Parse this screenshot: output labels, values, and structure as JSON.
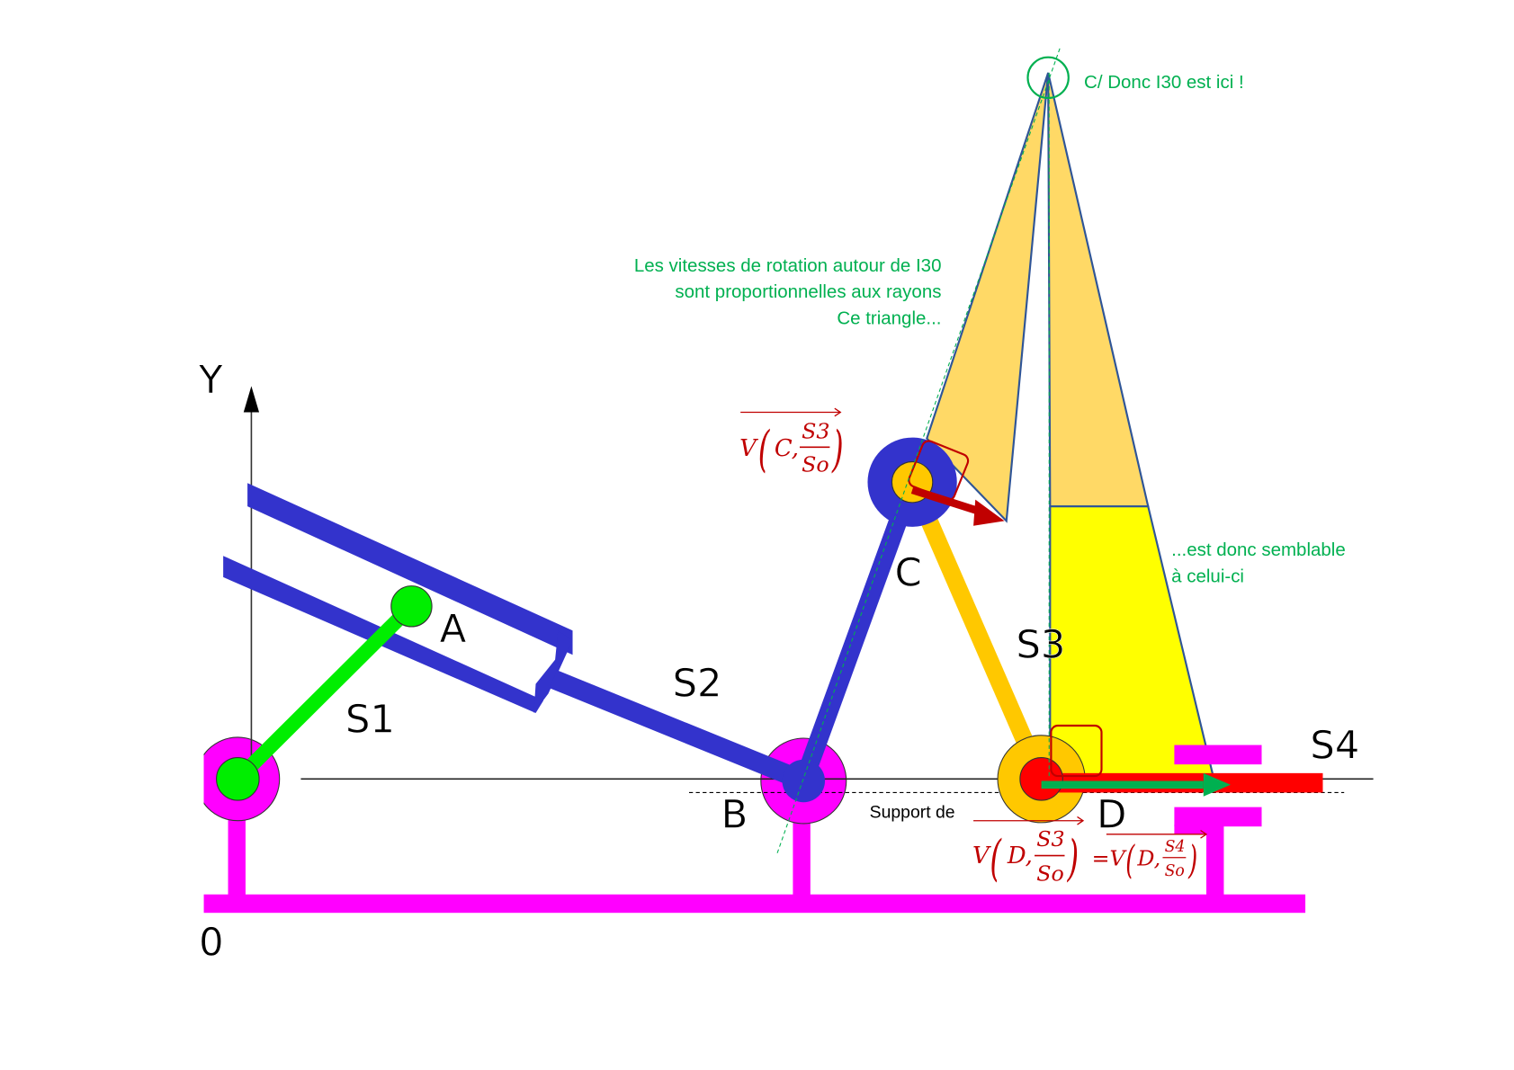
{
  "labels": {
    "y_axis": "Y",
    "origin": "0",
    "point_a": "A",
    "point_b": "B",
    "point_c": "C",
    "point_d": "D",
    "solid_s1": "S1",
    "solid_s2": "S2",
    "solid_s3": "S3",
    "solid_s4": "S4"
  },
  "notes": {
    "apex": "C/ Donc I30 est ici !",
    "rotation_line1": "Les vitesses de rotation autour de I30",
    "rotation_line2": "sont proportionnelles aux rayons",
    "rotation_line3": "Ce triangle...",
    "similar_line1": "...est  donc semblable",
    "similar_line2": "à celui-ci",
    "support": "Support de"
  },
  "formulas": {
    "vc": {
      "v": "V",
      "point": "C,",
      "num": "S3",
      "den": "So"
    },
    "vd3": {
      "v": "V",
      "point": "D,",
      "num": "S3",
      "den": "So"
    },
    "vd4": {
      "eq": "=V",
      "point": "D,",
      "num": "S4",
      "den": "So"
    }
  },
  "colors": {
    "frame": "#ff00ff",
    "s1": "#00ee00",
    "s2": "#3333cc",
    "s3": "#ffc800",
    "s4": "#ff0000",
    "triangle": "#ffd966",
    "triangle_small": "#ffff00",
    "annotation": "#00b050",
    "vector": "#c00000"
  }
}
